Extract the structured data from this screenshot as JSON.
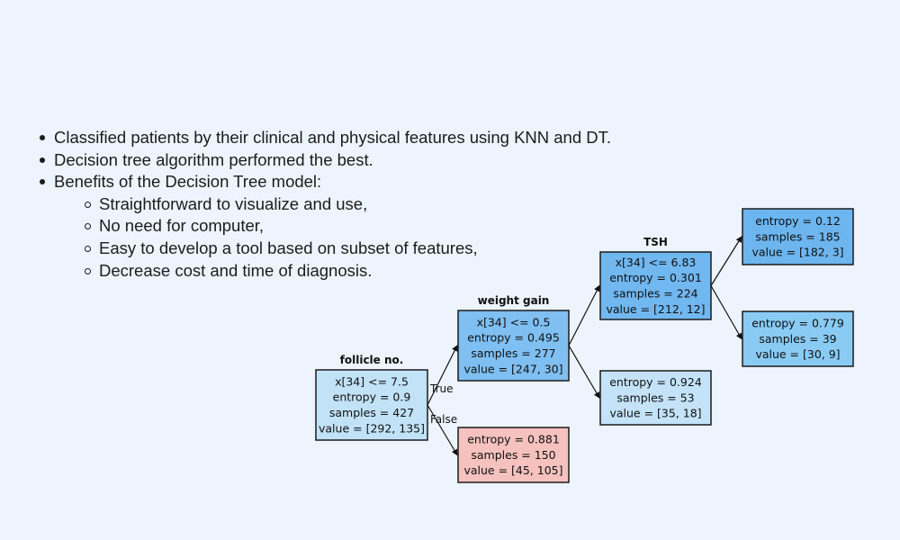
{
  "bullets": [
    {
      "text": "Classified patients by their clinical and physical features using KNN and DT."
    },
    {
      "text": "Decision tree algorithm performed the best."
    },
    {
      "text": "Benefits of the Decision Tree model:",
      "sub": [
        "Straightforward to visualize and use,",
        "No need for computer,",
        "Easy to develop a tool based on subset of features,",
        "Decrease cost and time of diagnosis."
      ]
    }
  ],
  "tree": {
    "nodes": [
      {
        "id": "root",
        "title": "follicle no.",
        "lines": [
          "x[34] <= 7.5",
          "entropy = 0.9",
          "samples = 427",
          "value = [292, 135]"
        ],
        "color": "#c2e2f8"
      },
      {
        "id": "weight",
        "title": "weight gain",
        "lines": [
          "x[34] <= 0.5",
          "entropy = 0.495",
          "samples = 277",
          "value = [247, 30]"
        ],
        "color": "#7fbff2"
      },
      {
        "id": "false_leaf",
        "title": "",
        "lines": [
          "entropy = 0.881",
          "samples = 150",
          "value = [45, 105]"
        ],
        "color": "#f5c2bf"
      },
      {
        "id": "tsh",
        "title": "TSH",
        "lines": [
          "x[34] <= 6.83",
          "entropy = 0.301",
          "samples = 224",
          "value = [212, 12]"
        ],
        "color": "#71b7f0"
      },
      {
        "id": "leaf_mid",
        "title": "",
        "lines": [
          "entropy = 0.924",
          "samples = 53",
          "value = [35, 18]"
        ],
        "color": "#c4e3f8"
      },
      {
        "id": "leaf_top",
        "title": "",
        "lines": [
          "entropy = 0.12",
          "samples = 185",
          "value = [182, 3]"
        ],
        "color": "#6db5ef"
      },
      {
        "id": "leaf_bot",
        "title": "",
        "lines": [
          "entropy = 0.779",
          "samples = 39",
          "value = [30, 9]"
        ],
        "color": "#8acbf4"
      }
    ],
    "edges": [
      {
        "from": "root",
        "to": "weight",
        "label": "True"
      },
      {
        "from": "root",
        "to": "false_leaf",
        "label": "False"
      },
      {
        "from": "weight",
        "to": "tsh",
        "label": ""
      },
      {
        "from": "weight",
        "to": "leaf_mid",
        "label": ""
      },
      {
        "from": "tsh",
        "to": "leaf_top",
        "label": ""
      },
      {
        "from": "tsh",
        "to": "leaf_bot",
        "label": ""
      }
    ]
  }
}
